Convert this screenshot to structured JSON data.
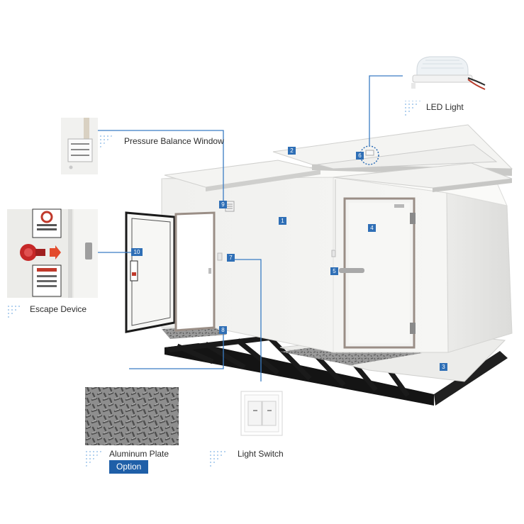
{
  "labels": {
    "led_light": "LED Light",
    "pressure_balance_window": "Pressure Balance Window",
    "escape_device": "Escape Device",
    "aluminum_plate": "Aluminum Plate",
    "option_badge": "Option",
    "light_switch": "Light Switch"
  },
  "markers": {
    "m1": "1",
    "m2": "2",
    "m3": "3",
    "m4": "4",
    "m5": "5",
    "m6": "6",
    "m7": "7",
    "m8": "8",
    "m9": "9",
    "m10": "10"
  },
  "colors": {
    "accent": "#2f6fb6",
    "badge": "#1f5fa8",
    "leader": "#3a7cc4",
    "panel": "#f3f3f1",
    "frame": "#1a1a1a"
  }
}
